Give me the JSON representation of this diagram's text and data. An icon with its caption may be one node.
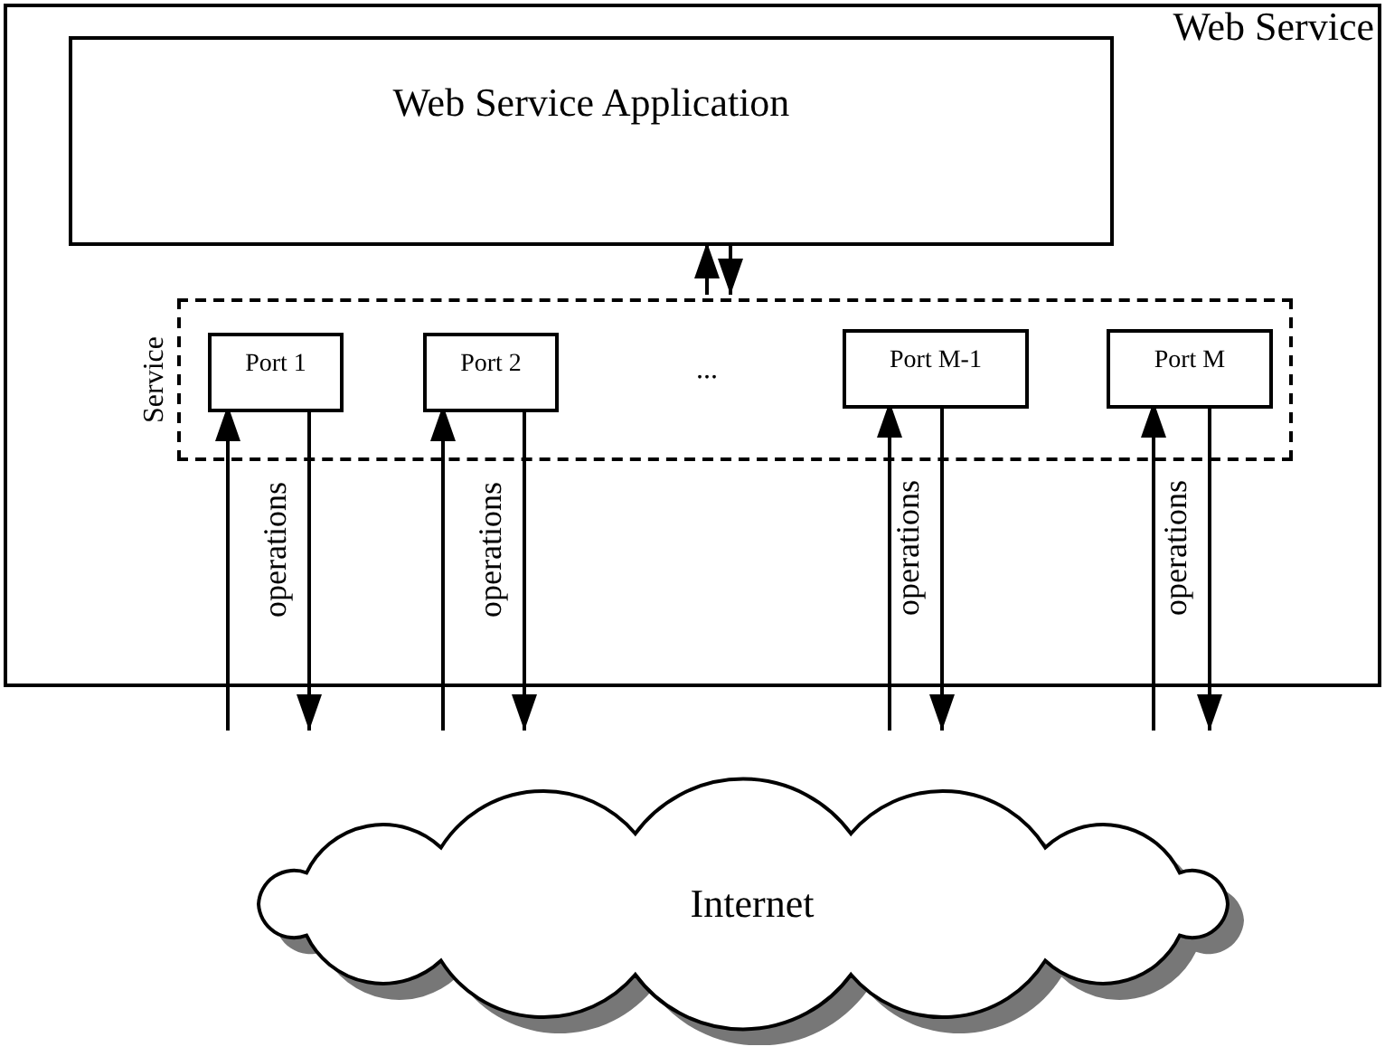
{
  "diagram": {
    "nodes": [
      {
        "text": [
          "Web Service"
        ]
      },
      {
        "text": [
          "Web Service Application"
        ],
        "in": 0
      },
      {
        "text": [
          "Service"
        ],
        "in": 0
      },
      {
        "text": [
          "Port 1"
        ],
        "in": 2
      },
      {
        "text": [
          "Port 2"
        ],
        "in": 2
      },
      {
        "text": [
          "Port M-1"
        ],
        "in": 2
      },
      {
        "text": [
          "Port M"
        ],
        "in": 2
      },
      {
        "text": [
          "Internet"
        ]
      }
    ],
    "edges": [
      {
        "from": 2,
        "to": 1,
        "arrow": "to"
      },
      {
        "from": 1,
        "to": 2,
        "arrow": "to"
      },
      {
        "from": null,
        "to": 3,
        "arrow": "to"
      },
      {
        "from": 3,
        "to": null,
        "arrow": "to",
        "label": "operations"
      },
      {
        "from": null,
        "to": 4,
        "arrow": "to"
      },
      {
        "from": 4,
        "to": null,
        "arrow": "to",
        "label": "operations"
      },
      {
        "from": null,
        "to": 5,
        "arrow": "to"
      },
      {
        "from": 5,
        "to": null,
        "arrow": "to",
        "label": "operations"
      },
      {
        "from": null,
        "to": 6,
        "arrow": "to"
      },
      {
        "from": 6,
        "to": null,
        "arrow": "to",
        "label": "operations"
      }
    ],
    "labels": [
      "..."
    ]
  }
}
